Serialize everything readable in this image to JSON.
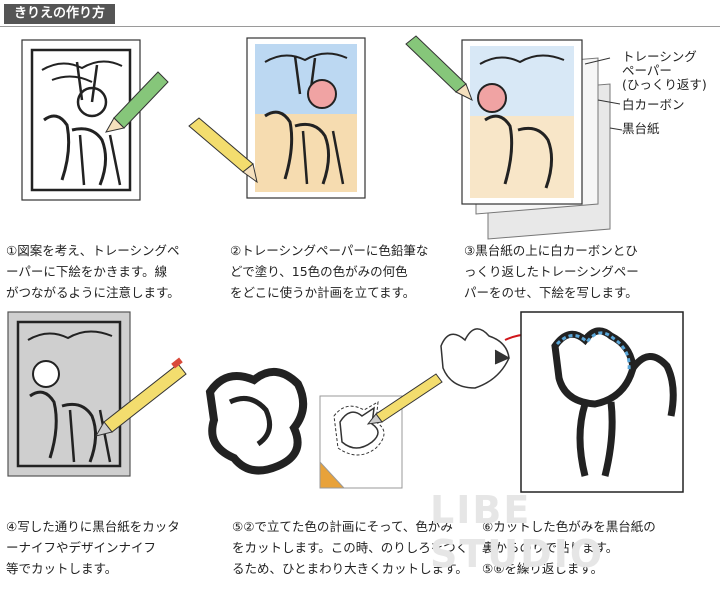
{
  "header": {
    "title": "きりえの作り方"
  },
  "steps": [
    {
      "caption": "①図案を考え、トレーシングペ\nーパーに下絵をかきます。線\nがつながるように注意します。"
    },
    {
      "caption": "②トレーシングペーパーに色鉛筆な\nどで塗り、15色の色がみの何色\nをどこに使うか計画を立てます。"
    },
    {
      "caption": "③黒台紙の上に白カーボンとひ\nっくり返したトレーシングペー\nパーをのせ、下絵を写します。"
    },
    {
      "caption": "④写した通りに黒台紙をカッタ\nーナイフやデザインナイフ\n等でカットします。"
    },
    {
      "caption": "⑤②で立てた色の計画にそって、色がみ\nをカットします。この時、のりしろをつく\nるため、ひとまわり大きくカットします。"
    },
    {
      "caption": "⑥カットした色がみを黒台紙の\n裏からのりで貼ります。\n⑤⑥を繰り返します。"
    }
  ],
  "layers": {
    "tracing": "トレーシング\nペーパー\n(ひっくり返す)",
    "carbon": "白カーボン",
    "black": "黒台紙"
  },
  "watermark": "LIBE STUDIO",
  "colors": {
    "header_tab": "#555555",
    "sky": "#bcd8f2",
    "ground": "#f6dcb0",
    "moon": "#f0a3a3",
    "pencil_green": "#86c67a",
    "pencil_yellow": "#f3dd6e",
    "board_gray": "#cfcfcf",
    "arrow_red": "#d0161b",
    "paper_orange": "#e8a23a",
    "accent_blue": "#5aa6d8"
  }
}
